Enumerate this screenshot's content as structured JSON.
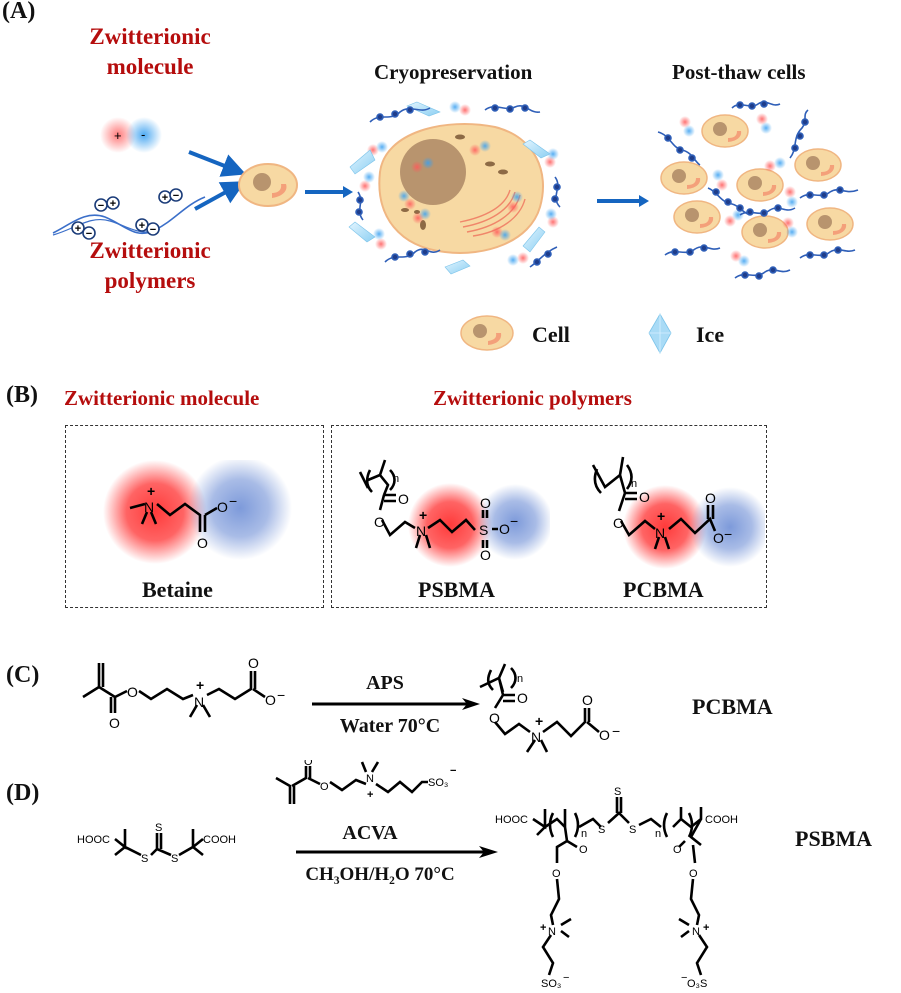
{
  "colors": {
    "accent_red": "#b50d0d",
    "arrow_blue": "#1565c0",
    "polymer_blue": "#2f5fb8",
    "cell_fill": "#f7d9a3",
    "nucleus": "#b8946e",
    "ice": "#a9dbf6",
    "cation_glow": "#ff4d4d",
    "anion_glow": "#6f8fd6"
  },
  "panel_a": {
    "label": "(A)",
    "zwitterionic_molecule_title_line1": "Zwitterionic",
    "zwitterionic_molecule_title_line2": "molecule",
    "zwitterionic_polymers_title_line1": "Zwitterionic",
    "zwitterionic_polymers_title_line2": "polymers",
    "molecule_plus": "+",
    "molecule_minus": "-",
    "cryo_title": "Cryopreservation",
    "postthaw_title": "Post-thaw cells",
    "legend": {
      "cell_label": "Cell",
      "ice_label": "Ice"
    }
  },
  "panel_b": {
    "label": "(B)",
    "molecule_title": "Zwitterionic molecule",
    "polymers_title": "Zwitterionic polymers",
    "betaine_name": "Betaine",
    "psbma_name": "PSBMA",
    "pcbma_name": "PCBMA",
    "atoms": {
      "n": "N",
      "o": "O",
      "s": "S",
      "plus": "+",
      "minus": "−",
      "n_sub": "n"
    }
  },
  "panel_c": {
    "label": "(C)",
    "reagent_above": "APS",
    "condition_below": "Water 70°C",
    "product_name": "PCBMA"
  },
  "panel_d": {
    "label": "(D)",
    "reagent_above": "ACVA",
    "condition_below": "CH₃OH/H₂O 70°C",
    "product_name": "PSBMA",
    "hooc": "HOOC",
    "cooh": "COOH",
    "so3": "SO₃",
    "o3s": "O₃S"
  }
}
